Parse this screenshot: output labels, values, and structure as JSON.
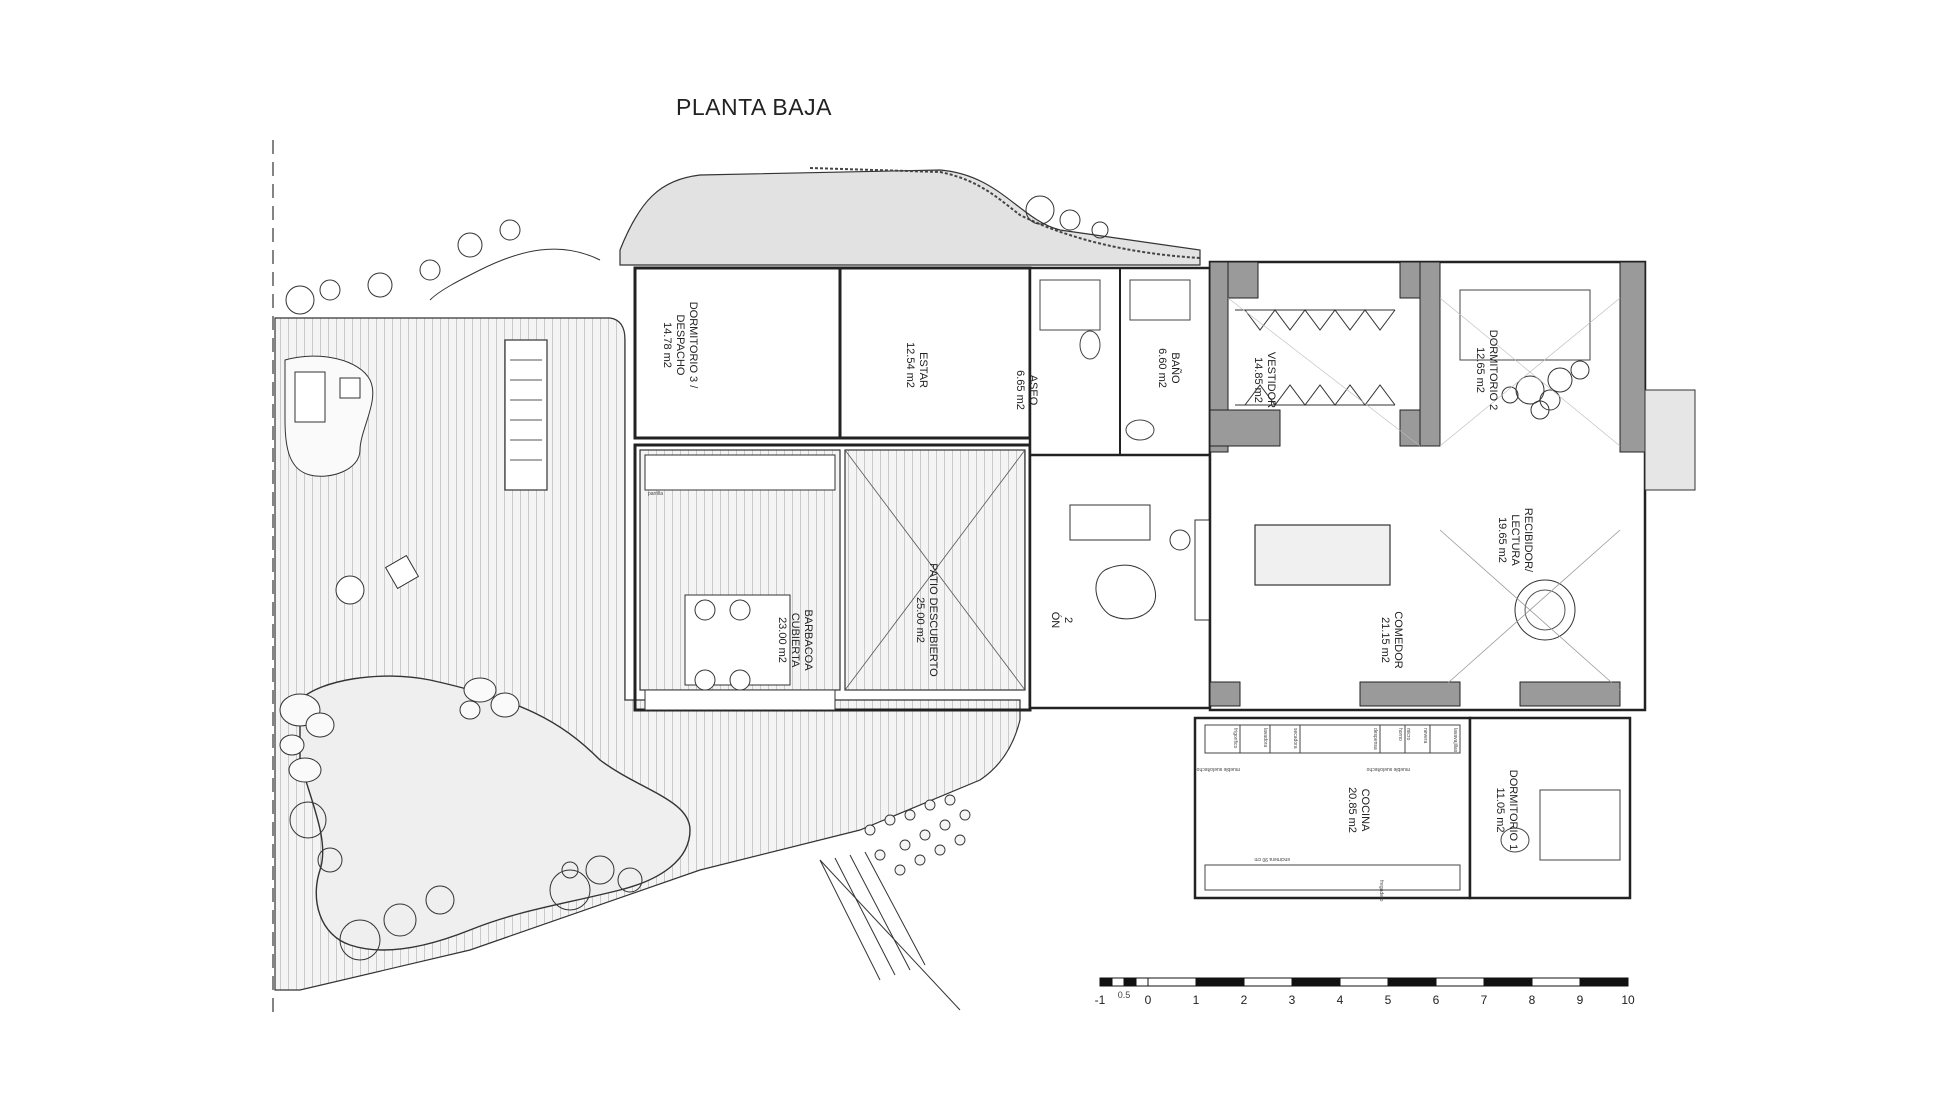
{
  "title": "PLANTA BAJA",
  "rooms": {
    "dormitorio3": {
      "name": "DORMITORIO 3 /",
      "name2": "DESPACHO",
      "area": "14.78 m2"
    },
    "estar": {
      "name": "ESTAR",
      "area": "12.54 m2"
    },
    "aseo": {
      "name": "ASEO",
      "area": "6.65 m2"
    },
    "bano": {
      "name": "BAÑO",
      "area": "6.60 m2"
    },
    "vestidor": {
      "name": "VESTIDOR",
      "area": "14.85 m2"
    },
    "dormitorio2": {
      "name": "DORMITORIO 2",
      "area": "12.65 m2"
    },
    "recibidor": {
      "name": "RECIBIDOR/",
      "name2": "LECTURA",
      "area": "19.65 m2"
    },
    "comedor": {
      "name": "COMEDOR",
      "area": "21.15 m2"
    },
    "salon": {
      "name": "ÓN",
      "area": "2"
    },
    "barbacoa": {
      "name": "BARBACOA",
      "name2": "CUBIERTA",
      "area": "23.00 m2"
    },
    "patio": {
      "name": "PATIO DESCUBIERTO",
      "area": "25.00 m2"
    },
    "cocina": {
      "name": "COCINA",
      "area": "20.85 m2"
    },
    "dormitorio1": {
      "name": "DORMITORIO 1",
      "area": "11.05 m2"
    }
  },
  "annotations": {
    "kitchen_top": [
      "frigorifico",
      "lavadora",
      "secadora",
      "despensa",
      "horno",
      "micro",
      "nevera",
      "lavavajillas"
    ],
    "mueble_1": "mueble suelo/techo",
    "mueble_2": "mueble suelo/techo",
    "encimera": "encimera 90 cm",
    "fregadero": "fregadero",
    "barbacoa_note": "parrilla"
  },
  "scale_bar": {
    "labels": [
      "-1",
      "0.5",
      "0",
      "1",
      "2",
      "3",
      "4",
      "5",
      "6",
      "7",
      "8",
      "9",
      "10"
    ]
  },
  "colors": {
    "line": "#222222",
    "hatch": "#bdbdbd",
    "floor": "#ececec",
    "wall": "#8a8a8a"
  }
}
